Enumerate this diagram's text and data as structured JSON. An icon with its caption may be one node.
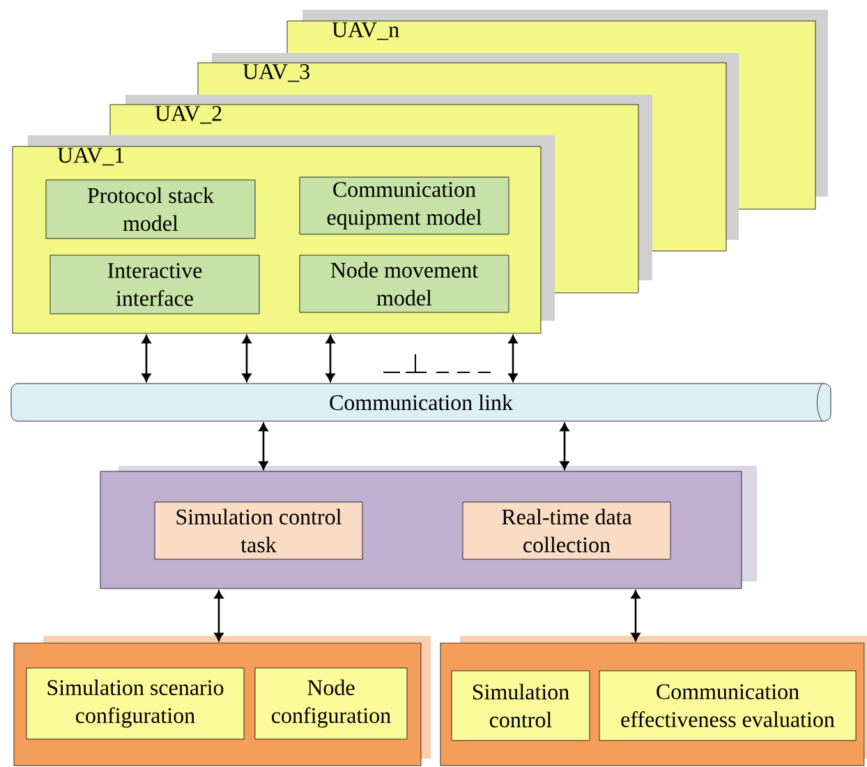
{
  "diagram": {
    "nodes": [
      {
        "text": [
          "UAV_n"
        ]
      },
      {
        "text": [
          "UAV_3"
        ]
      },
      {
        "text": [
          "UAV_2"
        ]
      },
      {
        "text": [
          "UAV_1"
        ]
      },
      {
        "text": [
          "Protocol stack model"
        ],
        "in": 3
      },
      {
        "text": [
          "Communication equipment model"
        ]
      },
      {
        "text": [
          "Interactive interface"
        ],
        "in": 3
      },
      {
        "text": [
          "Node movement model"
        ],
        "in": 3
      },
      {
        "text": [
          "Communication link"
        ]
      },
      {
        "text": [],
        "shape": "box"
      },
      {
        "text": [
          "Simulation control task"
        ],
        "in": 9
      },
      {
        "text": [
          "Real-time data collection"
        ],
        "in": 9
      },
      {
        "text": [],
        "shape": "box"
      },
      {
        "text": [
          "Simulation scenario configuration"
        ],
        "in": 12
      },
      {
        "text": [
          "Node configuration"
        ],
        "in": 12
      },
      {
        "text": [],
        "shape": "box"
      },
      {
        "text": [
          "Simulation control"
        ],
        "in": 15
      },
      {
        "text": [
          "Communication effectiveness evaluation"
        ],
        "in": 15
      }
    ],
    "edges": [
      {
        "from": 3,
        "to": 8,
        "arrow": "both"
      },
      {
        "from": 3,
        "to": 8,
        "arrow": "both"
      },
      {
        "from": 3,
        "to": 8,
        "arrow": "both"
      },
      {
        "from": 3,
        "to": 8,
        "arrow": "both"
      },
      {
        "from": 8,
        "to": 9,
        "arrow": "both"
      },
      {
        "from": 8,
        "to": 9,
        "arrow": "both"
      },
      {
        "from": 9,
        "to": 12,
        "arrow": "both"
      },
      {
        "from": 9,
        "to": 15,
        "arrow": "both"
      }
    ]
  }
}
